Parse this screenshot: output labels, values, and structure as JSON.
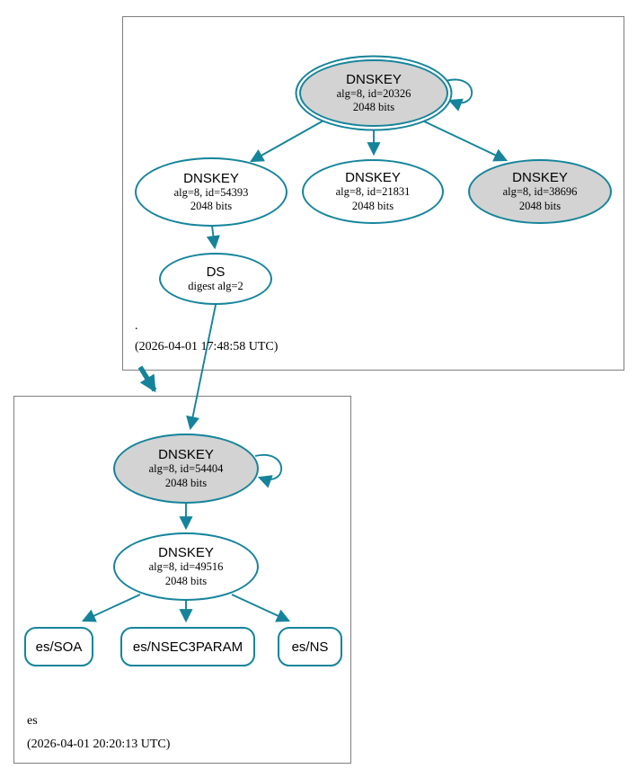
{
  "colors": {
    "edge_teal": "#15849b",
    "node_fill_gray": "#d3d3d3",
    "box_border_gray": "#7e7e7e"
  },
  "root_zone": {
    "name": ".",
    "timestamp": "(2026-04-01 17:48:58 UTC)",
    "nodes": {
      "ksk": {
        "title": "DNSKEY",
        "line2": "alg=8, id=20326",
        "line3": "2048 bits"
      },
      "zsk1": {
        "title": "DNSKEY",
        "line2": "alg=8, id=54393",
        "line3": "2048 bits"
      },
      "zsk2": {
        "title": "DNSKEY",
        "line2": "alg=8, id=21831",
        "line3": "2048 bits"
      },
      "zsk3": {
        "title": "DNSKEY",
        "line2": "alg=8, id=38696",
        "line3": "2048 bits"
      },
      "ds": {
        "title": "DS",
        "line2": "digest alg=2"
      }
    }
  },
  "es_zone": {
    "name": "es",
    "timestamp": "(2026-04-01 20:20:13 UTC)",
    "nodes": {
      "ksk": {
        "title": "DNSKEY",
        "line2": "alg=8, id=54404",
        "line3": "2048 bits"
      },
      "zsk": {
        "title": "DNSKEY",
        "line2": "alg=8, id=49516",
        "line3": "2048 bits"
      },
      "soa": {
        "label": "es/SOA"
      },
      "nsec3param": {
        "label": "es/NSEC3PARAM"
      },
      "ns": {
        "label": "es/NS"
      }
    }
  }
}
